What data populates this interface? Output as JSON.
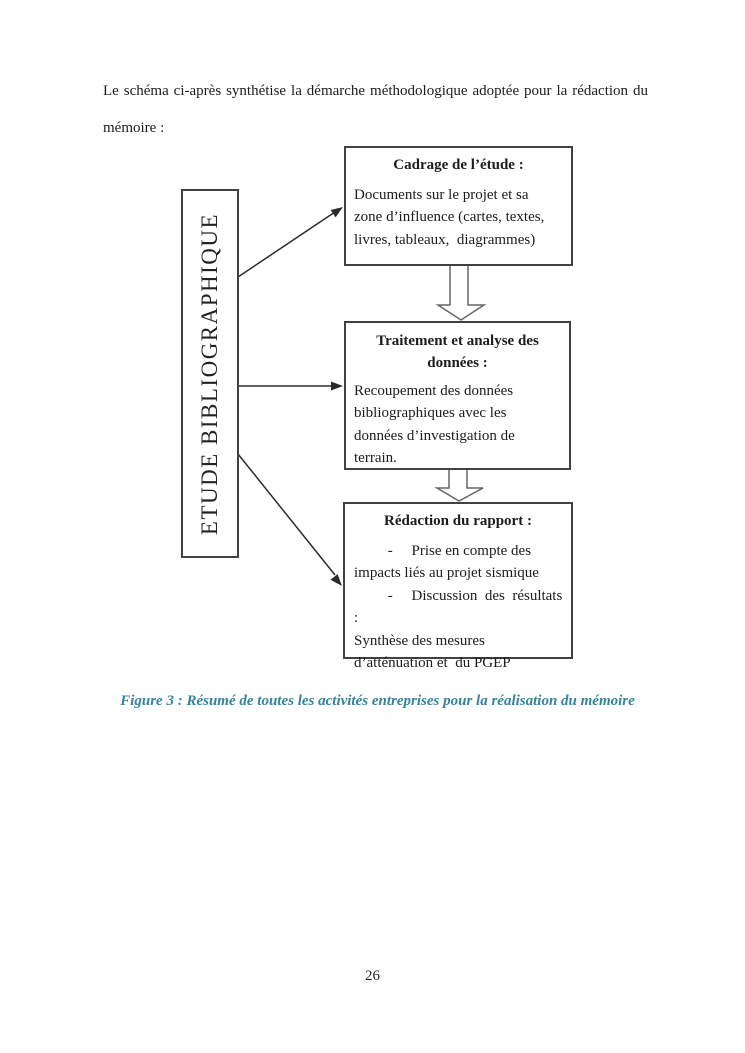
{
  "page": {
    "intro_line1": "Le schéma ci-après synthétise la démarche méthodologique adoptée pour la rédaction du",
    "intro_line2": "mémoire :",
    "page_number": "26"
  },
  "diagram": {
    "side_box": {
      "label": "ETUDE BIBLIOGRAPHIQUE"
    },
    "boxes": [
      {
        "title": "Cadrage de l’étude :",
        "body": "Documents sur le projet et sa\nzone d’influence (cartes, textes,\nlivres, tableaux,  diagrammes)"
      },
      {
        "title": "Traitement et analyse des\ndonnées :",
        "body": "Recoupement des données\nbibliographiques avec les\ndonnées d’investigation de\nterrain."
      },
      {
        "title": "Rédaction du rapport :",
        "body": "         -     Prise en compte des\nimpacts liés au projet sismique\n         -     Discussion  des  résultats :\nSynthèse des mesures\nd’atténuation et  du PGEP"
      }
    ],
    "connector_names": [
      "arrow-to-cadrage",
      "arrow-to-traitement",
      "arrow-to-redaction",
      "block-arrow-1-2",
      "block-arrow-2-3"
    ]
  },
  "caption": {
    "text": "Figure 3 : Résumé de toutes les activités entreprises pour la réalisation du mémoire",
    "color": "#31849B"
  },
  "colors": {
    "box_border": "#414141",
    "arrow_line": "#2b2b2b",
    "block_arrow_outline": "#666666",
    "caption_accent": "#31849B"
  }
}
